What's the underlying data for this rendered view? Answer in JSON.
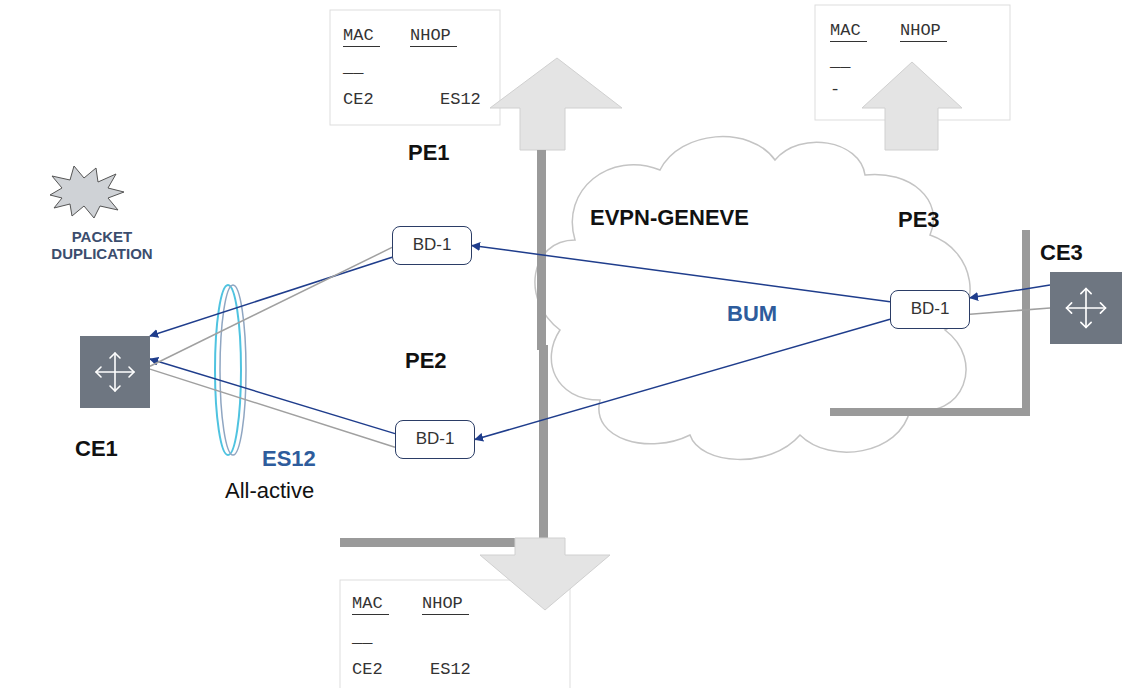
{
  "diagram": {
    "nodes": [
      {
        "text": [
          "BD-1"
        ]
      },
      {
        "text": [
          "CE3"
        ]
      },
      {
        "text": [
          "BD-1"
        ]
      },
      {
        "text": [
          "CE1"
        ]
      },
      {
        "text": [
          "BD-1"
        ]
      }
    ],
    "edges": [
      {
        "from": 2,
        "to": 0,
        "arrow": "to"
      },
      {
        "from": 2,
        "to": 4,
        "arrow": "to"
      },
      {
        "from": 0,
        "to": 3,
        "arrow": "to"
      },
      {
        "from": 4,
        "to": 3,
        "arrow": "to"
      },
      {
        "from": 1,
        "to": 2,
        "arrow": "to"
      },
      {
        "from": 3,
        "to": 0,
        "arrow": "none"
      },
      {
        "from": 3,
        "to": 4,
        "arrow": "none"
      },
      {
        "from": 2,
        "to": 1,
        "arrow": "none"
      }
    ],
    "labels": [
      "MAC",
      "NHOP",
      "__",
      "CE2",
      "ES12",
      "MAC",
      "NHOP",
      "__",
      "-",
      "PACKET DUPLICATION",
      "PE1",
      "EVPN-GENEVE",
      "PE3",
      "BUM",
      "PE2",
      "ES12",
      "All-active",
      "MAC",
      "NHOP",
      "__",
      "CE2",
      "ES12"
    ]
  }
}
